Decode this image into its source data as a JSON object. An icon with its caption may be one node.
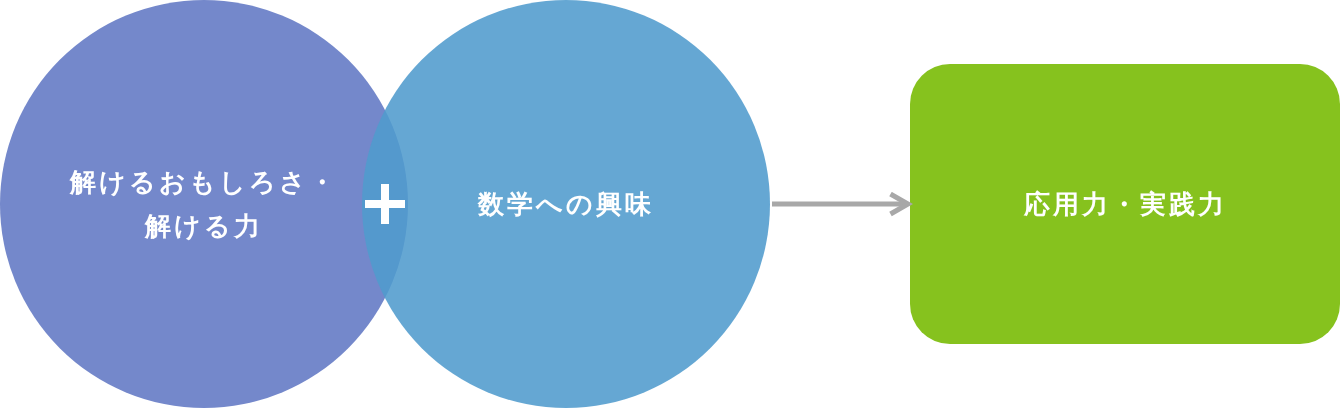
{
  "diagram": {
    "nodes": [
      {
        "text": [
          "解けるおもしろさ・解ける力"
        ]
      },
      {
        "text": [
          "数学への興味"
        ]
      },
      {
        "text": [
          "応用力・実践力"
        ]
      }
    ],
    "edges": [
      {
        "from": 1,
        "to": 2,
        "arrow": "to"
      }
    ]
  }
}
